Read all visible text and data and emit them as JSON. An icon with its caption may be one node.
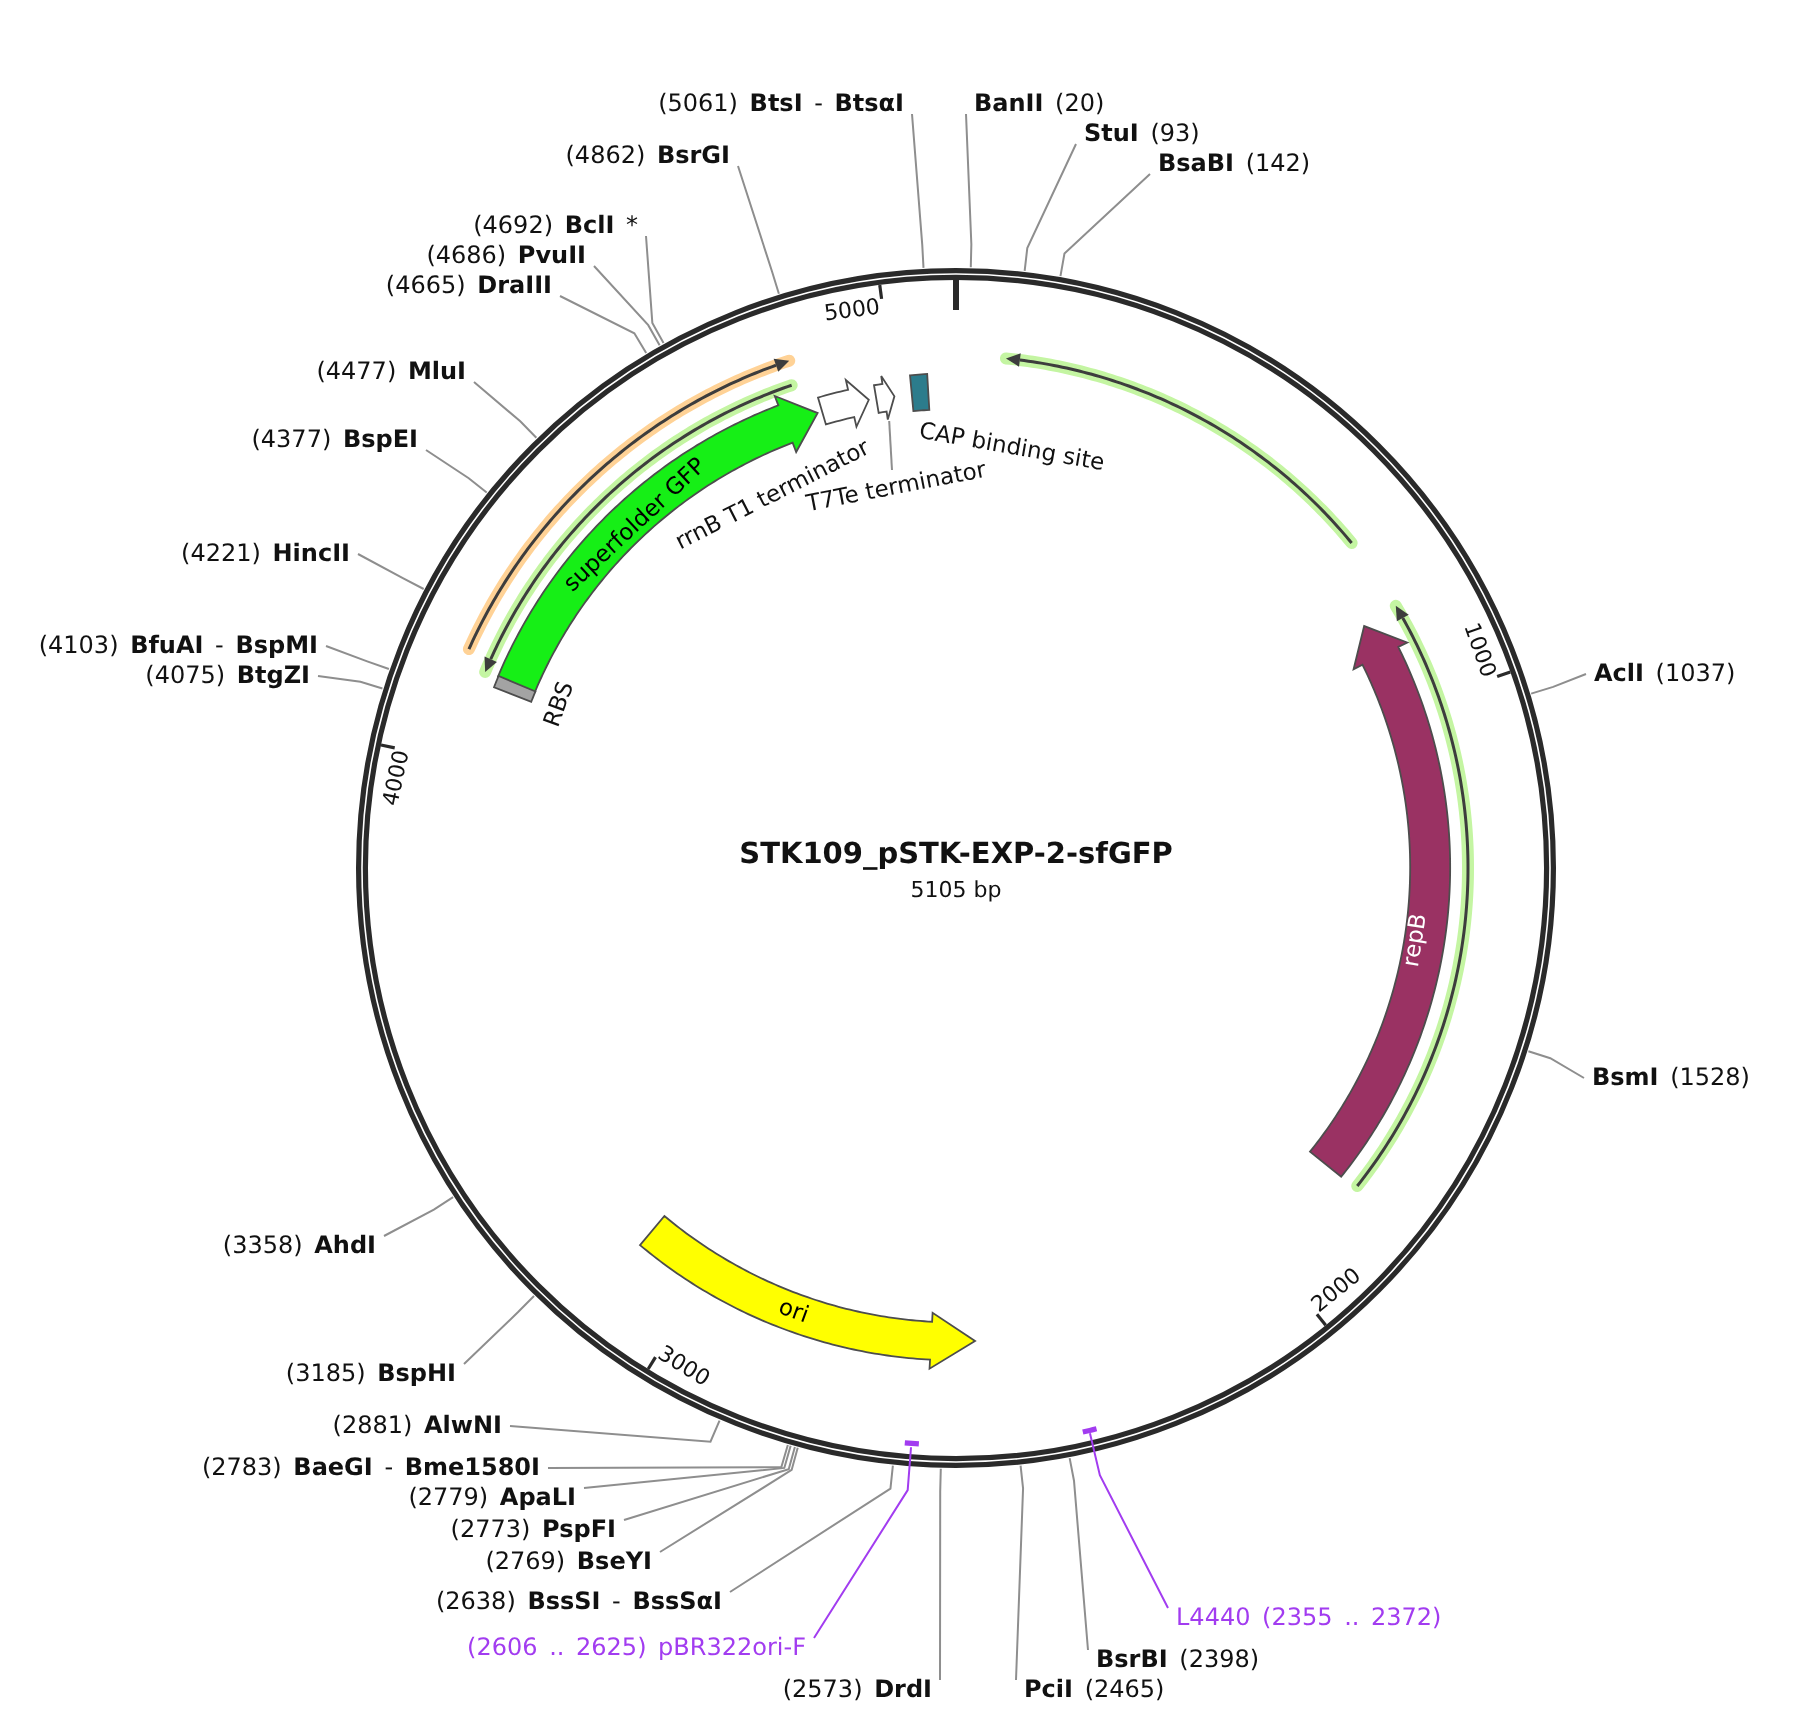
{
  "diagram": {
    "nodes": [
      {
        "text": [
          "STK109_pSTK-EXP-2-sfGFP",
          "5105 bp"
        ]
      },
      {
        "text": [
          "superfolder GFP"
        ],
        "in": 0
      },
      {
        "text": [],
        "shape": "box",
        "beside": [
          "RBS"
        ],
        "in": 0
      },
      {
        "text": [],
        "shape": "arrow",
        "in": 0
      },
      {
        "text": [],
        "shape": "arrow",
        "in": 0
      },
      {
        "text": [
          "T7Te terminator"
        ],
        "in": 0
      },
      {
        "text": [],
        "shape": "box",
        "beside": [
          "CAP binding site"
        ],
        "in": 0
      },
      {
        "text": [
          "repB"
        ],
        "in": 0
      },
      {
        "text": [
          "ori"
        ],
        "in": 0
      },
      {
        "text": [],
        "shape": "bar",
        "in": 0
      },
      {
        "text": [],
        "shape": "bar",
        "in": 0
      },
      {
        "text": [
          "(5061) **BtsI** - **BtsαI**"
        ]
      },
      {
        "text": [
          "**BanII** (20)"
        ]
      },
      {
        "text": [
          "**StuI** (93)"
        ]
      },
      {
        "text": [
          "(4862) **BsrGI**"
        ]
      },
      {
        "text": [
          "**BsaBI** (142)"
        ]
      },
      {
        "text": [
          "(4692) **BclI** *"
        ]
      },
      {
        "text": [
          "(4686) **PvuII**"
        ]
      },
      {
        "text": [
          "(4665) **DraIII**"
        ]
      },
      {
        "text": [
          "(4477) **MluI**"
        ]
      },
      {
        "text": [
          "(4377) **BspEI**"
        ]
      },
      {
        "text": [
          "(4221) **HincII**"
        ]
      },
      {
        "text": [
          "(4103) **BfuAI** - **BspMI**"
        ]
      },
      {
        "text": [
          "**AclI** (1037)"
        ]
      },
      {
        "text": [
          "(4075) **BtgZI**"
        ]
      },
      {
        "text": [
          "**BsmI** (1528)"
        ]
      },
      {
        "text": [
          "(3358) **AhdI**"
        ]
      },
      {
        "text": [
          "(3185) **BspHI**"
        ]
      },
      {
        "text": [
          "(2881) **AlwNI**"
        ]
      },
      {
        "text": [
          "(2783) **BaeGI** - **Bme1580I**"
        ]
      },
      {
        "text": [
          "(2779) **ApaLI**"
        ]
      },
      {
        "text": [
          "(2773) **PspFI**"
        ]
      },
      {
        "text": [
          "(2769) **BseYI**"
        ]
      },
      {
        "text": [
          "(2638) **BssSI** - **BssSαI**"
        ]
      },
      {
        "text": [
          "L4440 (2355 .. 2372)"
        ]
      },
      {
        "text": [
          "(2606 .. 2625) pBR322ori-F"
        ]
      },
      {
        "text": [
          "**BsrBI** (2398)"
        ]
      },
      {
        "text": [
          "(2573) **DrdI**"
        ]
      },
      {
        "text": [
          "**PciI** (2465)"
        ]
      }
    ],
    "edges": [
      {
        "from": 5,
        "to": 4,
        "arrow": "none"
      },
      {
        "from": 11,
        "to": 0,
        "arrow": "none"
      },
      {
        "from": 12,
        "to": 0,
        "arrow": "none"
      },
      {
        "from": 13,
        "to": 0,
        "arrow": "none"
      },
      {
        "from": 14,
        "to": 0,
        "arrow": "none"
      },
      {
        "from": 15,
        "to": 0,
        "arrow": "none"
      },
      {
        "from": 16,
        "to": 0,
        "arrow": "none"
      },
      {
        "from": 17,
        "to": 0,
        "arrow": "none"
      },
      {
        "from": 18,
        "to": 0,
        "arrow": "none"
      },
      {
        "from": 19,
        "to": 0,
        "arrow": "none"
      },
      {
        "from": 20,
        "to": 0,
        "arrow": "none"
      },
      {
        "from": 21,
        "to": 0,
        "arrow": "none"
      },
      {
        "from": 22,
        "to": 0,
        "arrow": "none"
      },
      {
        "from": 23,
        "to": 0,
        "arrow": "none"
      },
      {
        "from": 24,
        "to": 0,
        "arrow": "none"
      },
      {
        "from": 25,
        "to": 0,
        "arrow": "none"
      },
      {
        "from": 26,
        "to": 0,
        "arrow": "none"
      },
      {
        "from": 27,
        "to": 0,
        "arrow": "none"
      },
      {
        "from": 28,
        "to": 0,
        "arrow": "none"
      },
      {
        "from": 29,
        "to": 0,
        "arrow": "none"
      },
      {
        "from": 30,
        "to": 0,
        "arrow": "none"
      },
      {
        "from": 31,
        "to": 0,
        "arrow": "none"
      },
      {
        "from": 32,
        "to": 0,
        "arrow": "none"
      },
      {
        "from": 33,
        "to": 0,
        "arrow": "none"
      },
      {
        "from": 34,
        "to": 10,
        "arrow": "none",
        "color": "#a23cf0"
      },
      {
        "from": 35,
        "to": 9,
        "arrow": "none",
        "color": "#a23cf0"
      },
      {
        "from": 36,
        "to": 0,
        "arrow": "none"
      },
      {
        "from": 37,
        "to": 0,
        "arrow": "none"
      },
      {
        "from": 38,
        "to": 0,
        "arrow": "none"
      }
    ],
    "labels": [
      "5000",
      "rrnB T1 terminator",
      "1000",
      "4000",
      "2000",
      "3000"
    ]
  }
}
